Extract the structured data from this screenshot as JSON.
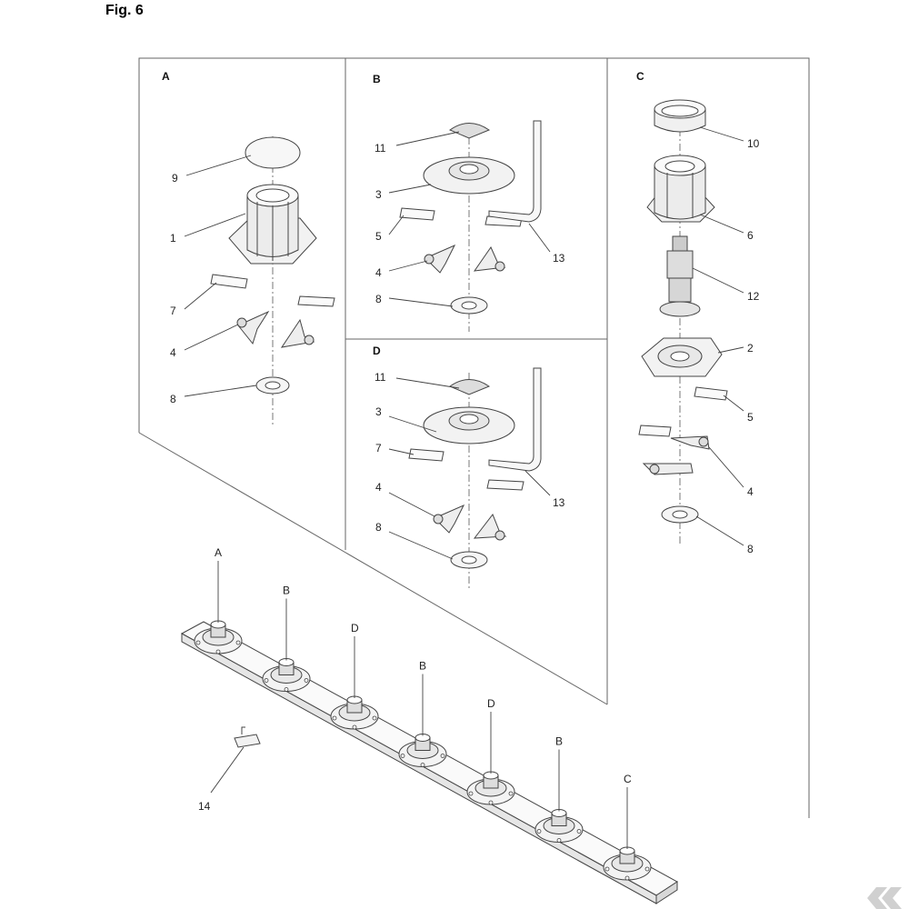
{
  "figure": {
    "title": "Fig. 6",
    "sections": {
      "A": "A",
      "B": "B",
      "C": "C",
      "D": "D"
    },
    "parts_a": [
      "9",
      "1",
      "7",
      "4",
      "8"
    ],
    "parts_b": [
      "11",
      "3",
      "5",
      "4",
      "8",
      "13"
    ],
    "parts_c": [
      "10",
      "6",
      "12",
      "2",
      "5",
      "4",
      "8"
    ],
    "parts_d": [
      "11",
      "3",
      "7",
      "4",
      "8",
      "13"
    ],
    "bar_positions": [
      "A",
      "B",
      "D",
      "B",
      "D",
      "B",
      "C"
    ],
    "loose_part": "14"
  },
  "colors": {
    "line": "#444444",
    "part": "#555555",
    "fill": "#f0f0f0"
  },
  "icons": {
    "logo": "kramp-k-logo"
  }
}
